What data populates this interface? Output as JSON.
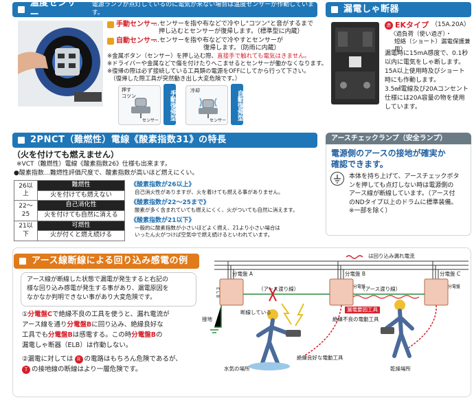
{
  "temp": {
    "title": "温度センサー",
    "subtitle": "電源ランプが点灯しているのに電気が来ない場合は温度センサーが作動しています。",
    "manual_label": "手動センサー",
    "manual_text1": "…センサーを指や布などで冷やし\"コツン\"と音がするまで",
    "manual_text2": "押し込むとセンサーが復帰します。（標準型に内蔵）",
    "auto_label": "自動センサー",
    "auto_text1": "…センサーを指や布などで冷やすとセンサーが",
    "auto_text2": "復帰します。（防雨に内蔵）",
    "note1a": "※金属ボタン（センサー）を押し込む際、",
    "note1b": "直接手で触れても電気はきません。",
    "note2": "※ドライバーや金属などで傷を付けたりへこませるとセンサーが働かなくなります。",
    "note3": "※復帰の際は必ず接続している工具類の電源をOFFにしてから行って下さい。",
    "note4": "（復帰した際工具が突然動き出し大変危険です。）",
    "push_label": "押す\nコツン",
    "cool_label": "冷却",
    "sensor_label": "センサー",
    "manual_type": "手動復帰型",
    "auto_type": "自動復帰型"
  },
  "leak": {
    "title": "漏電しゃ断器",
    "ek_badge": "赤",
    "ek_type": "EKタイプ",
    "ek_amp": "（15A.20A）",
    "ek_desc1": "〈過負荷（使い過ぎ）・",
    "ek_desc2": "短絡（ショート）漏電保護兼用〉",
    "body1": "漏電時に15mA感度で、0.1秒",
    "body2": "以内に電気をしゃ断します。",
    "body3": "15A以上使用時及びショート",
    "body4": "時にも作動します。",
    "body5": "3.5㎟電線及び20Aコンセント",
    "body6": "仕様には20A容量の物を使用",
    "body7": "しています。"
  },
  "pnct": {
    "title": "2PNCT（難燃性）電線《酸素指数31》の特長",
    "lead": "（火を付けても燃えません）",
    "vct": "※VCT（難燃性）電線《酸素指数26》仕様も出来ます。",
    "oi_def": "●酸素指数…難燃性評価尺度で、酸素指数が高いほど燃えにくい。",
    "rows": [
      {
        "range": "26以上",
        "name": "難燃性",
        "desc": "火を付けても燃えない",
        "tag": "《酸素指数が26以上》",
        "note": "自己消火性がありますが、火を着けても燃える事がありません。"
      },
      {
        "range": "22～25",
        "name": "自己消化性",
        "desc": "火を付けても自然に消える",
        "tag": "《酸素指数が22～25まで》",
        "note": "酸素が多く含まれていても燃えにくく、火がついても自然に消えます。"
      },
      {
        "range": "21以下",
        "name": "可燃性",
        "desc": "火が付くと燃え続ける",
        "tag": "《酸素指数が21以下》",
        "note1": "一般的に酸素指数が小さいほどよく燃え、21より小さい場合は",
        "note2": "いったん火がつけば空気中で燃え続けるといわれています。"
      }
    ]
  },
  "earth": {
    "title": "アースチェックランプ（安全ランプ）",
    "headline1": "電源側のアースの接地が確実か",
    "headline2": "確認できます。",
    "body1": "本体を持ち上げて、アースチェックボタ",
    "body2": "ンを押しても点灯しない時は電源側の",
    "body3": "アース線が断線しています。（アース付",
    "body4": "のNDタイプ以上のドラムに標準装備。",
    "body5": "※一部を除く）"
  },
  "case": {
    "title": "アース線断線による回り込み感電の例",
    "intro1": "アース線が断線した状態で漏電が発生すると右記の",
    "intro2": "様な回り込み感電が発生する事があり、漏電原因を",
    "intro3": "なかなか判明できない事があり大変危険です。",
    "p1a": "①",
    "p1b": "分電盤C",
    "p1c": "で絶縁不良の工具を使うと、漏れ電流が",
    "p1d": "アース線を通り",
    "p1e": "分電盤B",
    "p1f": "に回り込み、絶縁良好な",
    "p1g": "工具でも",
    "p1h": "分電盤B",
    "p1i": "は感電する。この時",
    "p1j": "分電盤B",
    "p1k": "の",
    "p1l": "漏電しゃ断器（ELB）は作動しない。",
    "p2a": "②漏電に対しては",
    "p2b": "の電路はもちろん危険であるが、",
    "p2c": "の接地線の断線はより一層危険です。",
    "legend": "は回り込み漏れ電流",
    "panel_a": "分電盤 A",
    "panel_b": "分電盤 B",
    "panel_c": "分電盤 C",
    "earth_wire": "（アース渡り線）",
    "break_point": "断線している",
    "ground": "接地",
    "leak_cause": "漏電要因工具",
    "bad_tool": "絶縁不良の電動工具",
    "good_tool": "絶縁良好な電動工具",
    "wet": "水気の場所",
    "dry": "乾燥場所",
    "elb": "E L B",
    "panel_small": "分電盤",
    "mark_r": "Ｒ",
    "mark_t": "Ｔ"
  },
  "colors": {
    "blue": "#1f77b8",
    "red": "#d6202a",
    "grey": "#6b7b86"
  }
}
